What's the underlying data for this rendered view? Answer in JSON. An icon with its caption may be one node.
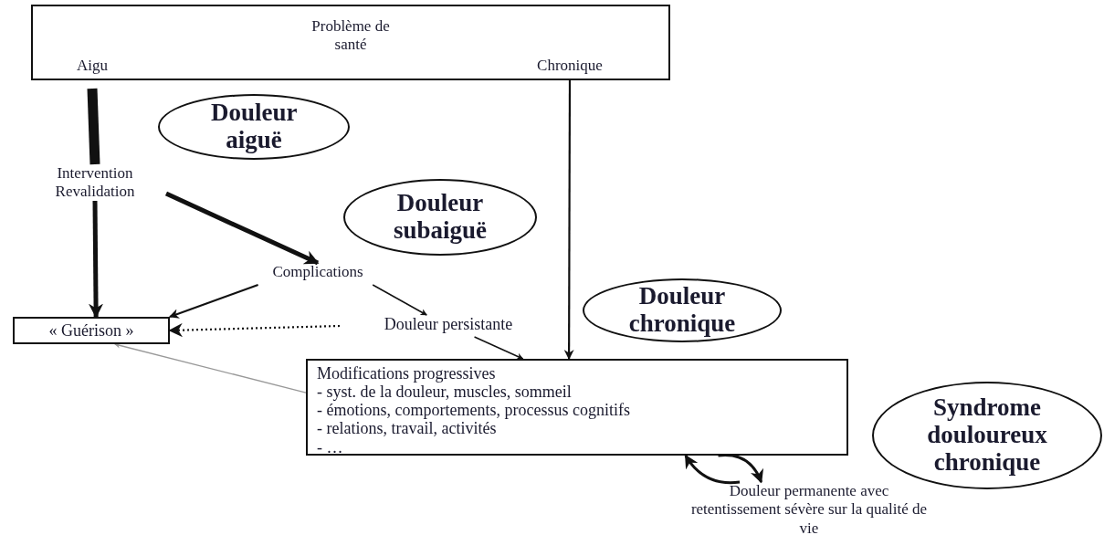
{
  "diagram": {
    "nodes": [
      {
        "text": [
          "Problème de santé"
        ]
      },
      {
        "text": [
          "Aigu"
        ],
        "in": 0
      },
      {
        "text": [
          "Chronique"
        ],
        "in": 0
      },
      {
        "text": [
          "Douleur aiguë"
        ]
      },
      {
        "text": [
          "Intervention Revalidation"
        ]
      },
      {
        "text": [
          "Douleur subaiguë"
        ]
      },
      {
        "text": [
          "Complications"
        ]
      },
      {
        "text": [
          "« Guérison »"
        ]
      },
      {
        "text": [
          "Douleur persistante"
        ]
      },
      {
        "text": [
          "Douleur chronique"
        ]
      },
      {
        "text": [
          "Modifications progressives",
          "- syst. de la douleur, muscles, sommeil",
          "- émotions, comportements, processus cognitifs",
          "- relations, travail, activités",
          "- …"
        ]
      },
      {
        "text": [
          "Syndrome douloureux chronique"
        ]
      },
      {
        "text": [
          "Douleur permanente avec retentissement sévère sur la qualité de vie"
        ]
      }
    ],
    "edges": [
      {
        "from": 1,
        "to": 4,
        "arrow": "none",
        "style": "thick"
      },
      {
        "from": 4,
        "to": 7,
        "arrow": "to",
        "style": "thick"
      },
      {
        "from": 4,
        "to": 6,
        "arrow": "to",
        "style": "thick"
      },
      {
        "from": 6,
        "to": 7,
        "arrow": "to"
      },
      {
        "from": 6,
        "to": 8,
        "arrow": "to"
      },
      {
        "from": 8,
        "to": 7,
        "arrow": "to",
        "style": "dashed"
      },
      {
        "from": 8,
        "to": 10,
        "arrow": "to"
      },
      {
        "from": 10,
        "to": 7,
        "arrow": "to",
        "color": "#999999"
      },
      {
        "from": 2,
        "to": 10,
        "arrow": "to"
      },
      {
        "from": 12,
        "to": 10,
        "arrow": "to"
      },
      {
        "from": 10,
        "to": 12,
        "arrow": "to"
      }
    ]
  }
}
